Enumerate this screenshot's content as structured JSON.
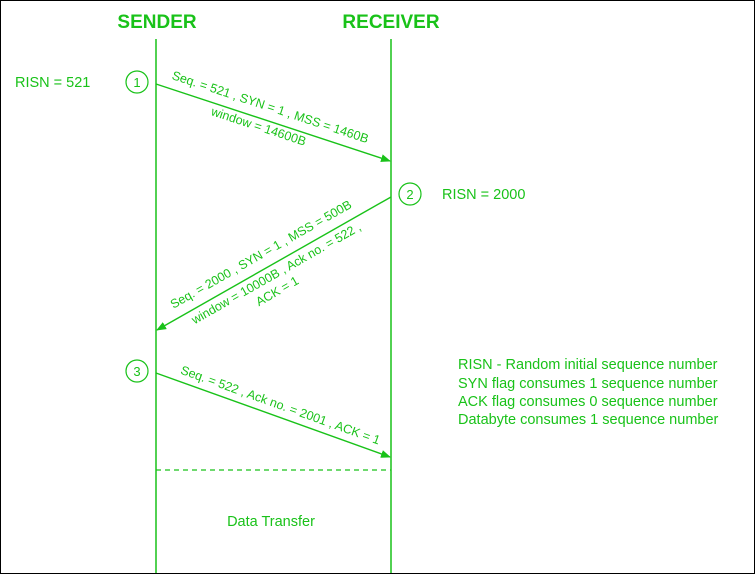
{
  "colors": {
    "accent": "#19c219"
  },
  "headers": {
    "sender": "SENDER",
    "receiver": "RECEIVER"
  },
  "sender_isn": "RISN = 521",
  "receiver_isn": "RISN = 2000",
  "steps": {
    "one": "1",
    "two": "2",
    "three": "3"
  },
  "messages": {
    "syn": {
      "line1": "Seq. = 521 , SYN = 1 , MSS = 1460B",
      "line2": "window = 14600B"
    },
    "syn_ack": {
      "line1": "Seq. = 2000 , SYN = 1 , MSS = 500B",
      "line2": "window = 10000B , Ack no. = 522 ,",
      "line3": "ACK = 1"
    },
    "ack": {
      "line1": "Seq. = 522 , Ack no. = 2001 , ACK = 1"
    }
  },
  "notes": [
    "RISN - Random initial sequence number",
    "SYN flag consumes 1 sequence number",
    "ACK flag consumes 0 sequence number",
    "Databyte consumes 1 sequence number"
  ],
  "data_transfer": "Data Transfer"
}
